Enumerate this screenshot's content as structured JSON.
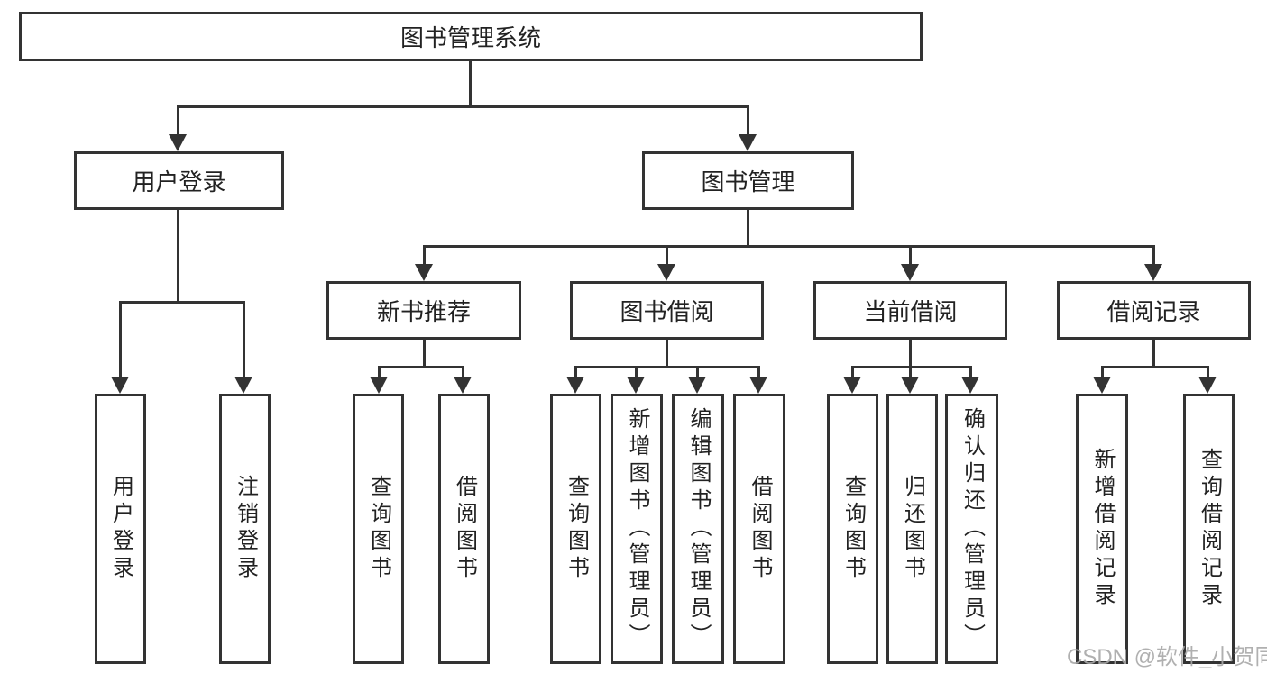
{
  "tree": {
    "label": "图书管理系统",
    "children": [
      {
        "label": "用户登录",
        "children": [
          {
            "label": "用户登录"
          },
          {
            "label": "注销登录"
          }
        ]
      },
      {
        "label": "图书管理",
        "children": [
          {
            "label": "新书推荐",
            "children": [
              {
                "label": "查询图书"
              },
              {
                "label": "借阅图书"
              }
            ]
          },
          {
            "label": "图书借阅",
            "children": [
              {
                "label": "查询图书"
              },
              {
                "label": "新增图书（管理员）"
              },
              {
                "label": "编辑图书（管理员）"
              },
              {
                "label": "借阅图书"
              }
            ]
          },
          {
            "label": "当前借阅",
            "children": [
              {
                "label": "查询图书"
              },
              {
                "label": "归还图书"
              },
              {
                "label": "确认归还（管理员）"
              }
            ]
          },
          {
            "label": "借阅记录",
            "children": [
              {
                "label": "新增借阅记录"
              },
              {
                "label": "查询借阅记录"
              }
            ]
          }
        ]
      }
    ]
  },
  "watermark": {
    "text": "CSDN @软件_小贺同学"
  },
  "colors": {
    "line": "#333333",
    "text": "#222222",
    "background": "#ffffff",
    "watermark": "#a8a8a8"
  }
}
